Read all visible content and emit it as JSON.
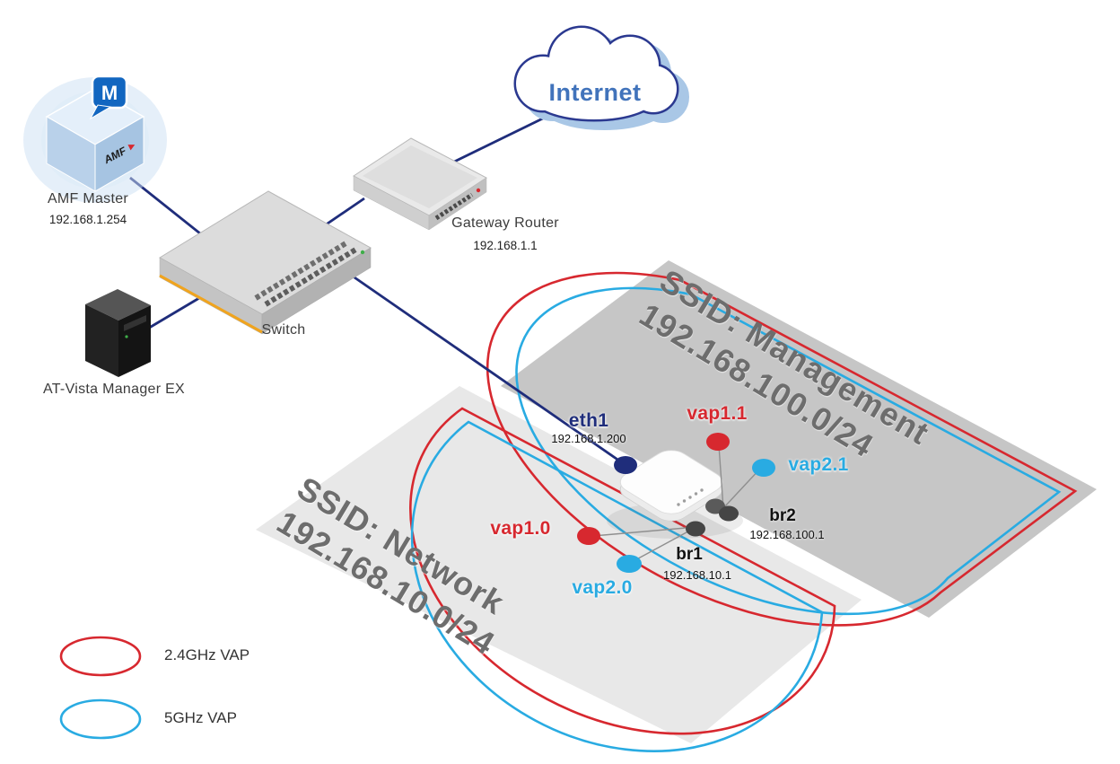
{
  "cloud": {
    "label": "Internet"
  },
  "devices": {
    "amf_master": {
      "name": "AMF Master",
      "ip": "192.168.1.254",
      "badge": "M",
      "logo": "AMF"
    },
    "gateway_router": {
      "name": "Gateway Router",
      "ip": "192.168.1.1"
    },
    "switch": {
      "name": "Switch"
    },
    "vista_manager": {
      "name": "AT-Vista Manager EX"
    }
  },
  "zones": {
    "management": {
      "ssid": "SSID: Management",
      "subnet": "192.168.100.0/24"
    },
    "network": {
      "ssid": "SSID: Network",
      "subnet": "192.168.10.0/24"
    }
  },
  "interfaces": {
    "eth1": {
      "label": "eth1",
      "ip": "192.168.1.200"
    },
    "vap11": {
      "label": "vap1.1"
    },
    "vap21": {
      "label": "vap2.1"
    },
    "br2": {
      "label": "br2",
      "ip": "192.168.100.1"
    },
    "vap10": {
      "label": "vap1.0"
    },
    "vap20": {
      "label": "vap2.0"
    },
    "br1": {
      "label": "br1",
      "ip": "192.168.10.1"
    }
  },
  "legend": {
    "items": [
      {
        "label": "2.4GHz VAP",
        "color": "#d7282f"
      },
      {
        "label": "5GHz VAP",
        "color": "#29abe2"
      }
    ]
  },
  "colors": {
    "link": "#1f2d7b",
    "vap_24ghz": "#d7282f",
    "vap_5ghz": "#29abe2",
    "bridge_node": "#454545",
    "zone_management": "#c6c6c6",
    "zone_network": "#e8e8e8",
    "zone_label": "#6d6d6d",
    "cloud_outline": "#2b3990",
    "cloud_shadow": "#a9c7e6",
    "internet_text": "#4173bb"
  }
}
